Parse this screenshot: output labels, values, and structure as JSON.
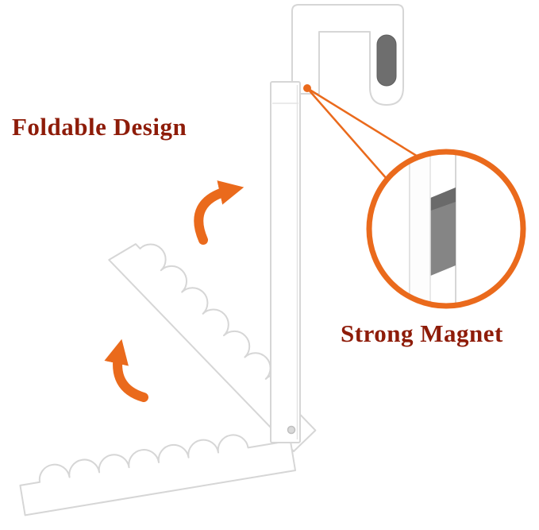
{
  "labels": {
    "foldable": "Foldable Design",
    "magnet": "Strong Magnet"
  },
  "colors": {
    "accent": "#ea6a1c",
    "label": "#8e1c09",
    "outline": "#d6d6d6",
    "slot": "#6e6e6e",
    "shadow": "#858585",
    "shadowdark": "#6a6a6a"
  },
  "icons": {
    "fold_arrow_upper": "curved-arrow-up-right",
    "fold_arrow_lower": "curved-arrow-up",
    "magnifier_callout": "zoom-circle",
    "magnet_indicator": "orange-dot"
  }
}
